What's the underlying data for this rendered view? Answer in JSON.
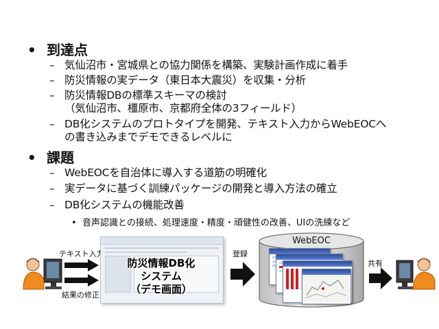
{
  "sections": [
    {
      "bullet": "•",
      "heading": "到達点",
      "items": [
        "気仙沼市・宮城県との協力関係を構築、実験計画作成に着手",
        "防災情報の実データ（東日本大震災）を収集・分析",
        "防災情報DBの標準スキーマの検討",
        "（気仙沼市、橿原市、京都府全体の3フィールド）",
        "DB化システムのプロトタイプを開発、テキスト入力からWebEOCへ",
        "の書き込みまでデモできるレベルに"
      ]
    },
    {
      "bullet": "•",
      "heading": "課題",
      "items": [
        "WebEOCを自治体に導入する道筋の明確化",
        "実データに基づく訓練パッケージの開発と導入方法の確立",
        "DB化システムの機能改善"
      ],
      "subitems": [
        "音声認識との接続、処理速度・精度・頑健性の改善、UIの洗練など"
      ]
    }
  ],
  "diagram": {
    "input_label": "テキスト入力",
    "correct_label": "結果の修正",
    "demo_title_lines": [
      "防災情報DB化",
      "システム",
      "（デモ画面）"
    ],
    "register_label": "登録",
    "db_label": "WebEOC",
    "share_label": "共有"
  }
}
